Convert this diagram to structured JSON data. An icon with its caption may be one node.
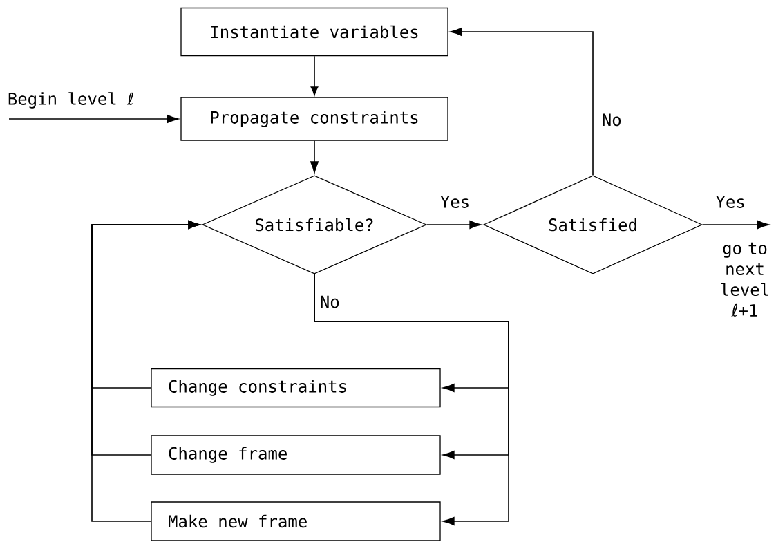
{
  "diagram": {
    "nodes": [
      {
        "text": [
          "Instantiate variables"
        ]
      },
      {
        "text": [
          "Propagate constraints"
        ]
      },
      {
        "text": [
          "Satisfiable?"
        ]
      },
      {
        "text": [
          "Satisfied"
        ]
      },
      {
        "text": [
          "Change constraints"
        ]
      },
      {
        "text": [
          "Change frame"
        ]
      },
      {
        "text": [
          "Make new frame"
        ]
      }
    ],
    "edges": [
      {
        "from": 0,
        "to": 1,
        "arrow": "to"
      },
      {
        "from": null,
        "to": 1,
        "arrow": "to",
        "label": "Begin level ℓ"
      },
      {
        "from": 1,
        "to": 2,
        "arrow": "to"
      },
      {
        "from": 2,
        "to": 3,
        "arrow": "to",
        "label": "Yes"
      },
      {
        "from": 3,
        "to": 0,
        "arrow": "to",
        "label": "No"
      },
      {
        "from": 3,
        "to": null,
        "arrow": "to",
        "label": "Yes"
      },
      {
        "from": 2,
        "to": 4,
        "arrow": "to",
        "label": "No"
      },
      {
        "from": 2,
        "to": 5,
        "arrow": "to"
      },
      {
        "from": 2,
        "to": 6,
        "arrow": "to"
      },
      {
        "from": 4,
        "to": 2,
        "arrow": "to"
      },
      {
        "from": 5,
        "to": 2,
        "arrow": "to"
      },
      {
        "from": 6,
        "to": 2,
        "arrow": "to"
      }
    ],
    "labels": [
      "go to next level ℓ+1"
    ]
  }
}
